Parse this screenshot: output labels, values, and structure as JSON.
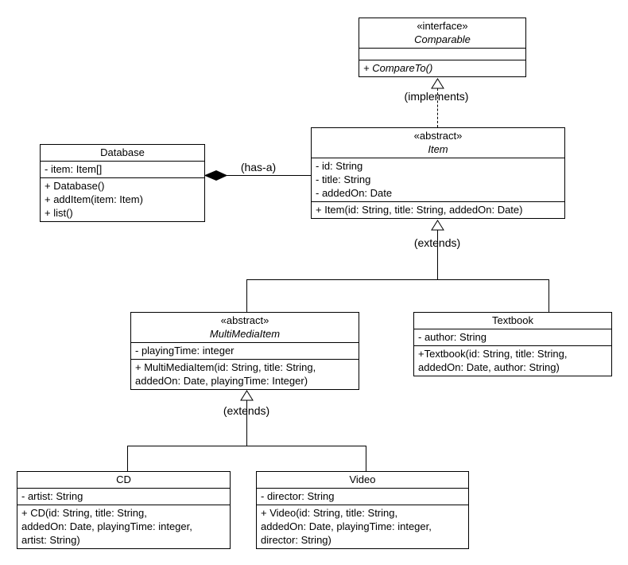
{
  "diagram": {
    "type": "uml-class-diagram",
    "colors": {
      "line": "#000000",
      "background": "#ffffff",
      "text": "#000000"
    },
    "classes": {
      "comparable": {
        "stereotype": "«interface»",
        "name": "Comparable",
        "attributes": [],
        "methods": [
          [
            "+ CompareTo()"
          ]
        ]
      },
      "item": {
        "stereotype": "«abstract»",
        "name": "Item",
        "attributes": [
          "- id: String",
          "- title: String",
          "- addedOn: Date"
        ],
        "methods": [
          [
            "+ Item(id: String, title: String, addedOn: Date)"
          ]
        ]
      },
      "database": {
        "name": "Database",
        "attributes": [
          "- item: Item[]"
        ],
        "methods": [
          [
            "+ Database()"
          ],
          [
            "+ addItem(item: Item)"
          ],
          [
            "+ list()"
          ]
        ]
      },
      "multimediaitem": {
        "stereotype": "«abstract»",
        "name": "MultiMediaItem",
        "attributes": [
          "- playingTime: integer"
        ],
        "methods": [
          [
            "+ MultiMediaItem(id: String, title: String,",
            "addedOn: Date, playingTime: Integer)"
          ]
        ]
      },
      "textbook": {
        "name": "Textbook",
        "attributes": [
          "- author: String"
        ],
        "methods": [
          [
            "+Textbook(id: String, title: String,",
            "addedOn: Date, author: String)"
          ]
        ]
      },
      "cd": {
        "name": "CD",
        "attributes": [
          "- artist: String"
        ],
        "methods": [
          [
            "+ CD(id: String, title: String,",
            "addedOn: Date, playingTime: integer,",
            "artist: String)"
          ]
        ]
      },
      "video": {
        "name": "Video",
        "attributes": [
          "- director: String"
        ],
        "methods": [
          [
            "+ Video(id: String, title: String,",
            "addedOn: Date, playingTime: integer,",
            "director: String)"
          ]
        ]
      }
    },
    "relationships": [
      {
        "type": "realization",
        "from": "Item",
        "to": "Comparable",
        "label": "(implements)"
      },
      {
        "type": "composition",
        "from": "Database",
        "to": "Item",
        "label": "(has-a)"
      },
      {
        "type": "generalization",
        "from": [
          "MultiMediaItem",
          "Textbook"
        ],
        "to": "Item",
        "label": "(extends)"
      },
      {
        "type": "generalization",
        "from": [
          "CD",
          "Video"
        ],
        "to": "MultiMediaItem",
        "label": "(extends)"
      }
    ]
  }
}
